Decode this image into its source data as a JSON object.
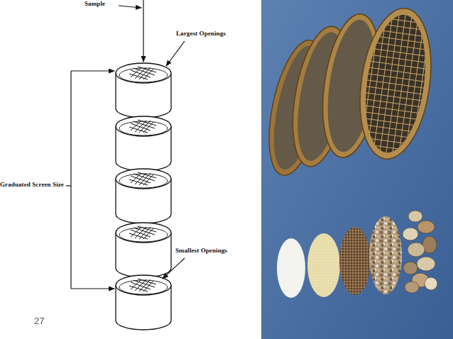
{
  "diagram": {
    "labels": [
      "Sample",
      "Largest Openings",
      "Graduated Screen Size",
      "Smallest Openings",
      "27"
    ]
  }
}
